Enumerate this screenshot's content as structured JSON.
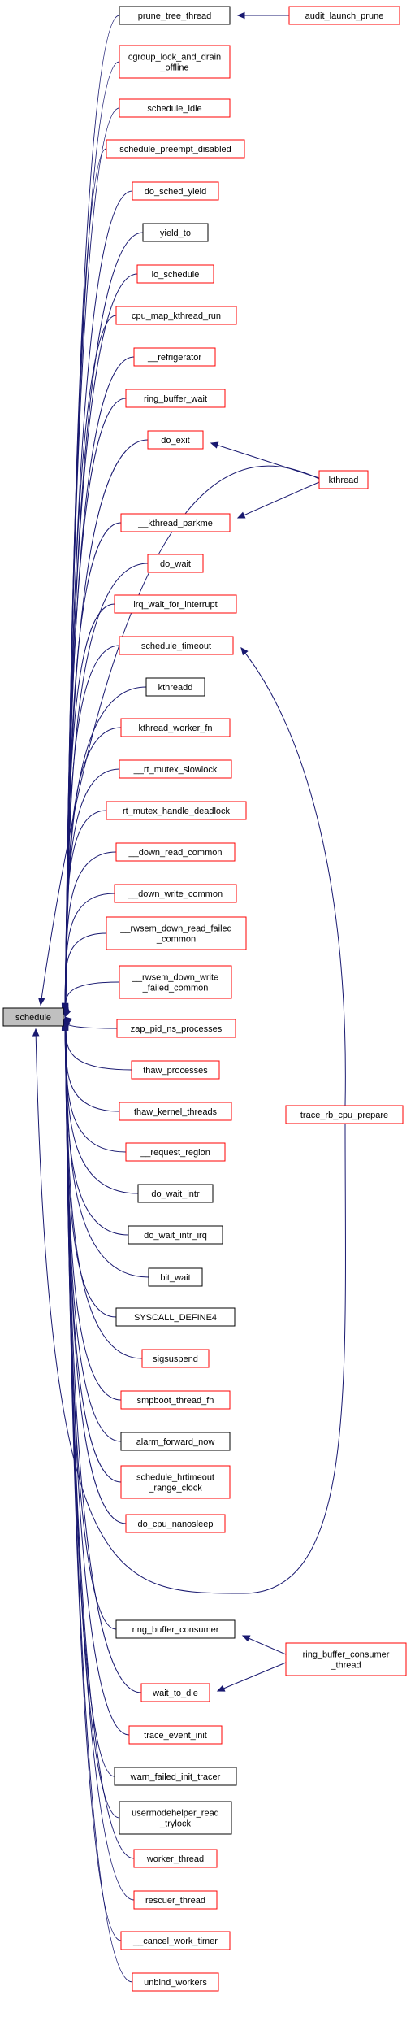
{
  "graph": {
    "root": {
      "id": "schedule",
      "label": "schedule"
    },
    "colors": {
      "edge": "#191970",
      "documented_border": "#ff0000",
      "plain_border": "#000000",
      "root_fill": "#c0c0c0"
    },
    "nodes": [
      {
        "id": "prune_tree_thread",
        "lines": [
          "prune_tree_thread"
        ],
        "border": "black"
      },
      {
        "id": "audit_launch_prune",
        "lines": [
          "audit_launch_prune"
        ],
        "border": "red"
      },
      {
        "id": "cgroup_lock_and_drain_offline",
        "lines": [
          "cgroup_lock_and_drain",
          "_offline"
        ],
        "border": "red"
      },
      {
        "id": "schedule_idle",
        "lines": [
          "schedule_idle"
        ],
        "border": "red"
      },
      {
        "id": "schedule_preempt_disabled",
        "lines": [
          "schedule_preempt_disabled"
        ],
        "border": "red"
      },
      {
        "id": "do_sched_yield",
        "lines": [
          "do_sched_yield"
        ],
        "border": "red"
      },
      {
        "id": "yield_to",
        "lines": [
          "yield_to"
        ],
        "border": "black"
      },
      {
        "id": "io_schedule",
        "lines": [
          "io_schedule"
        ],
        "border": "red"
      },
      {
        "id": "cpu_map_kthread_run",
        "lines": [
          "cpu_map_kthread_run"
        ],
        "border": "red"
      },
      {
        "id": "__refrigerator",
        "lines": [
          "__refrigerator"
        ],
        "border": "red"
      },
      {
        "id": "ring_buffer_wait",
        "lines": [
          "ring_buffer_wait"
        ],
        "border": "red"
      },
      {
        "id": "do_exit",
        "lines": [
          "do_exit"
        ],
        "border": "red"
      },
      {
        "id": "kthread",
        "lines": [
          "kthread"
        ],
        "border": "red"
      },
      {
        "id": "__kthread_parkme",
        "lines": [
          "__kthread_parkme"
        ],
        "border": "red"
      },
      {
        "id": "do_wait",
        "lines": [
          "do_wait"
        ],
        "border": "red"
      },
      {
        "id": "irq_wait_for_interrupt",
        "lines": [
          "irq_wait_for_interrupt"
        ],
        "border": "red"
      },
      {
        "id": "schedule_timeout",
        "lines": [
          "schedule_timeout"
        ],
        "border": "red"
      },
      {
        "id": "kthreadd",
        "lines": [
          "kthreadd"
        ],
        "border": "black"
      },
      {
        "id": "kthread_worker_fn",
        "lines": [
          "kthread_worker_fn"
        ],
        "border": "red"
      },
      {
        "id": "__rt_mutex_slowlock",
        "lines": [
          "__rt_mutex_slowlock"
        ],
        "border": "red"
      },
      {
        "id": "rt_mutex_handle_deadlock",
        "lines": [
          "rt_mutex_handle_deadlock"
        ],
        "border": "red"
      },
      {
        "id": "__down_read_common",
        "lines": [
          "__down_read_common"
        ],
        "border": "red"
      },
      {
        "id": "__down_write_common",
        "lines": [
          "__down_write_common"
        ],
        "border": "red"
      },
      {
        "id": "__rwsem_down_read_failed_common",
        "lines": [
          "__rwsem_down_read_failed",
          "_common"
        ],
        "border": "red"
      },
      {
        "id": "__rwsem_down_write_failed_common",
        "lines": [
          "__rwsem_down_write",
          "_failed_common"
        ],
        "border": "red"
      },
      {
        "id": "zap_pid_ns_processes",
        "lines": [
          "zap_pid_ns_processes"
        ],
        "border": "red"
      },
      {
        "id": "thaw_processes",
        "lines": [
          "thaw_processes"
        ],
        "border": "red"
      },
      {
        "id": "thaw_kernel_threads",
        "lines": [
          "thaw_kernel_threads"
        ],
        "border": "red"
      },
      {
        "id": "__request_region",
        "lines": [
          "__request_region"
        ],
        "border": "red"
      },
      {
        "id": "do_wait_intr",
        "lines": [
          "do_wait_intr"
        ],
        "border": "black"
      },
      {
        "id": "do_wait_intr_irq",
        "lines": [
          "do_wait_intr_irq"
        ],
        "border": "black"
      },
      {
        "id": "bit_wait",
        "lines": [
          "bit_wait"
        ],
        "border": "black"
      },
      {
        "id": "SYSCALL_DEFINE4",
        "lines": [
          "SYSCALL_DEFINE4"
        ],
        "border": "black"
      },
      {
        "id": "sigsuspend",
        "lines": [
          "sigsuspend"
        ],
        "border": "red"
      },
      {
        "id": "smpboot_thread_fn",
        "lines": [
          "smpboot_thread_fn"
        ],
        "border": "red"
      },
      {
        "id": "alarm_forward_now",
        "lines": [
          "alarm_forward_now"
        ],
        "border": "black"
      },
      {
        "id": "schedule_hrtimeout_range_clock",
        "lines": [
          "schedule_hrtimeout",
          "_range_clock"
        ],
        "border": "red"
      },
      {
        "id": "do_cpu_nanosleep",
        "lines": [
          "do_cpu_nanosleep"
        ],
        "border": "red"
      },
      {
        "id": "trace_rb_cpu_prepare",
        "lines": [
          "trace_rb_cpu_prepare"
        ],
        "border": "red"
      },
      {
        "id": "ring_buffer_consumer",
        "lines": [
          "ring_buffer_consumer"
        ],
        "border": "black"
      },
      {
        "id": "ring_buffer_consumer_thread",
        "lines": [
          "ring_buffer_consumer",
          "_thread"
        ],
        "border": "red"
      },
      {
        "id": "wait_to_die",
        "lines": [
          "wait_to_die"
        ],
        "border": "red"
      },
      {
        "id": "trace_event_init",
        "lines": [
          "trace_event_init"
        ],
        "border": "red"
      },
      {
        "id": "warn_failed_init_tracer",
        "lines": [
          "warn_failed_init_tracer"
        ],
        "border": "black"
      },
      {
        "id": "usermodehelper_read_trylock",
        "lines": [
          "usermodehelper_read",
          "_trylock"
        ],
        "border": "black"
      },
      {
        "id": "worker_thread",
        "lines": [
          "worker_thread"
        ],
        "border": "red"
      },
      {
        "id": "rescuer_thread",
        "lines": [
          "rescuer_thread"
        ],
        "border": "red"
      },
      {
        "id": "__cancel_work_timer",
        "lines": [
          "__cancel_work_timer"
        ],
        "border": "red"
      },
      {
        "id": "unbind_workers",
        "lines": [
          "unbind_workers"
        ],
        "border": "red"
      }
    ],
    "edges": [
      {
        "from": "prune_tree_thread",
        "to": "schedule"
      },
      {
        "from": "cgroup_lock_and_drain_offline",
        "to": "schedule"
      },
      {
        "from": "schedule_idle",
        "to": "schedule"
      },
      {
        "from": "schedule_preempt_disabled",
        "to": "schedule"
      },
      {
        "from": "do_sched_yield",
        "to": "schedule"
      },
      {
        "from": "yield_to",
        "to": "schedule"
      },
      {
        "from": "io_schedule",
        "to": "schedule"
      },
      {
        "from": "cpu_map_kthread_run",
        "to": "schedule"
      },
      {
        "from": "__refrigerator",
        "to": "schedule"
      },
      {
        "from": "ring_buffer_wait",
        "to": "schedule"
      },
      {
        "from": "do_exit",
        "to": "schedule"
      },
      {
        "from": "kthread",
        "to": "schedule"
      },
      {
        "from": "__kthread_parkme",
        "to": "schedule"
      },
      {
        "from": "do_wait",
        "to": "schedule"
      },
      {
        "from": "irq_wait_for_interrupt",
        "to": "schedule"
      },
      {
        "from": "schedule_timeout",
        "to": "schedule"
      },
      {
        "from": "kthreadd",
        "to": "schedule"
      },
      {
        "from": "kthread_worker_fn",
        "to": "schedule"
      },
      {
        "from": "__rt_mutex_slowlock",
        "to": "schedule"
      },
      {
        "from": "rt_mutex_handle_deadlock",
        "to": "schedule"
      },
      {
        "from": "__down_read_common",
        "to": "schedule"
      },
      {
        "from": "__down_write_common",
        "to": "schedule"
      },
      {
        "from": "__rwsem_down_read_failed_common",
        "to": "schedule"
      },
      {
        "from": "__rwsem_down_write_failed_common",
        "to": "schedule"
      },
      {
        "from": "zap_pid_ns_processes",
        "to": "schedule"
      },
      {
        "from": "thaw_processes",
        "to": "schedule"
      },
      {
        "from": "thaw_kernel_threads",
        "to": "schedule"
      },
      {
        "from": "__request_region",
        "to": "schedule"
      },
      {
        "from": "do_wait_intr",
        "to": "schedule"
      },
      {
        "from": "do_wait_intr_irq",
        "to": "schedule"
      },
      {
        "from": "bit_wait",
        "to": "schedule"
      },
      {
        "from": "SYSCALL_DEFINE4",
        "to": "schedule"
      },
      {
        "from": "sigsuspend",
        "to": "schedule"
      },
      {
        "from": "smpboot_thread_fn",
        "to": "schedule"
      },
      {
        "from": "alarm_forward_now",
        "to": "schedule"
      },
      {
        "from": "schedule_hrtimeout_range_clock",
        "to": "schedule"
      },
      {
        "from": "do_cpu_nanosleep",
        "to": "schedule"
      },
      {
        "from": "trace_rb_cpu_prepare",
        "to": "schedule"
      },
      {
        "from": "ring_buffer_consumer",
        "to": "schedule"
      },
      {
        "from": "wait_to_die",
        "to": "schedule"
      },
      {
        "from": "trace_event_init",
        "to": "schedule"
      },
      {
        "from": "warn_failed_init_tracer",
        "to": "schedule"
      },
      {
        "from": "usermodehelper_read_trylock",
        "to": "schedule"
      },
      {
        "from": "worker_thread",
        "to": "schedule"
      },
      {
        "from": "rescuer_thread",
        "to": "schedule"
      },
      {
        "from": "__cancel_work_timer",
        "to": "schedule"
      },
      {
        "from": "unbind_workers",
        "to": "schedule"
      },
      {
        "from": "audit_launch_prune",
        "to": "prune_tree_thread"
      },
      {
        "from": "kthread",
        "to": "do_exit"
      },
      {
        "from": "kthread",
        "to": "__kthread_parkme"
      },
      {
        "from": "trace_rb_cpu_prepare",
        "to": "schedule_timeout"
      },
      {
        "from": "ring_buffer_consumer_thread",
        "to": "ring_buffer_consumer"
      },
      {
        "from": "ring_buffer_consumer_thread",
        "to": "wait_to_die"
      }
    ]
  }
}
